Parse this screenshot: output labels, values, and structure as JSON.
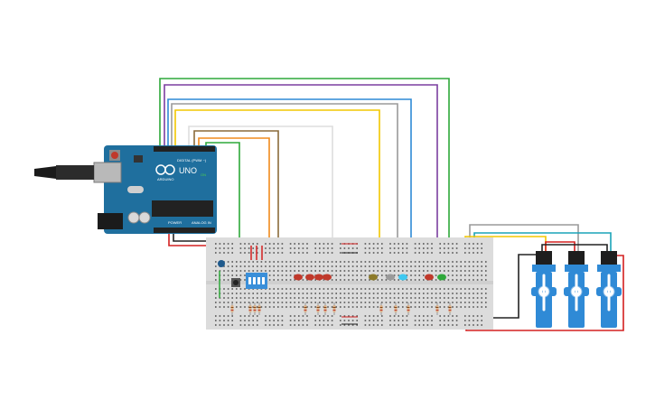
{
  "arduino": {
    "brand": "ARDUINO",
    "model": "UNO",
    "digital_header": "DIGITAL (PWM ~)",
    "power_header": "POWER",
    "analog_header": "ANALOG IN",
    "on_label": "ON"
  },
  "wire_colors": {
    "green": "#2ea83a",
    "purple": "#7b3fa0",
    "blue": "#2f8ad6",
    "grey": "#9a9a9a",
    "yellow": "#f2c700",
    "brown": "#8a6a3a",
    "orange": "#f08a1c",
    "red": "#d42020",
    "black": "#222222",
    "teal": "#1aa3b8"
  },
  "components": {
    "breadboard": "breadboard",
    "servos": [
      "servo-1",
      "servo-2",
      "servo-3"
    ],
    "leds": [
      "red",
      "red",
      "red",
      "red",
      "olive",
      "grey",
      "cyan",
      "red",
      "green"
    ],
    "dip_switch": "dip-switch",
    "pushbutton": "pushbutton",
    "capacitor": "capacitor"
  }
}
